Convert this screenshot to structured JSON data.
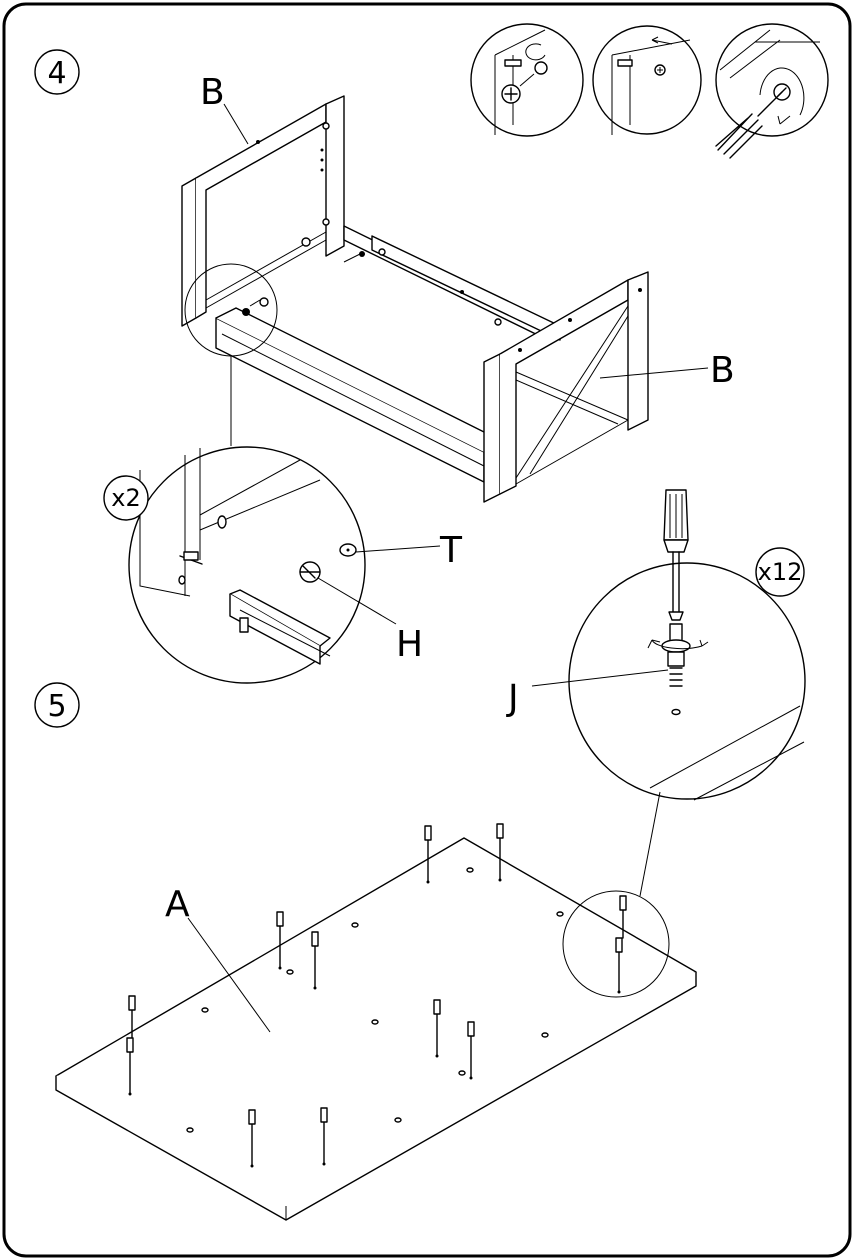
{
  "steps": [
    {
      "number": "4"
    },
    {
      "number": "5"
    }
  ],
  "part_labels": {
    "b_left": "B",
    "b_right": "B",
    "t": "T",
    "h": "H",
    "j": "J",
    "a": "A"
  },
  "quantities": {
    "detail_bolt": "x2",
    "detail_leg_screw": "x12"
  }
}
